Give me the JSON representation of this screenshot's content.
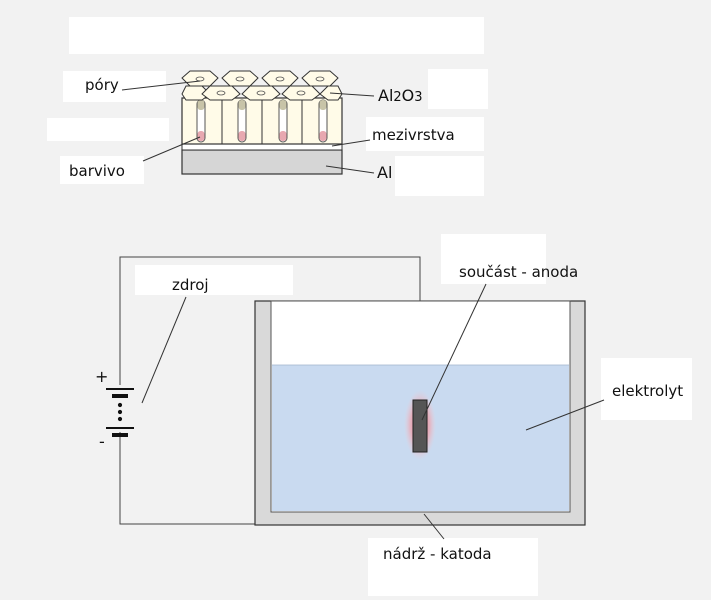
{
  "top_diagram": {
    "labels": {
      "pores": "póry",
      "oxide_prefix": "Al",
      "oxide_sub1": "2",
      "oxide_mid": "O",
      "oxide_sub2": "3",
      "interlayer": "mezivrstva",
      "dye": "barvivo",
      "aluminium": "Al"
    }
  },
  "bottom_diagram": {
    "labels": {
      "source": "zdroj",
      "anode": "součást - anoda",
      "electrolyte": "elektrolyt",
      "tank": "nádrž - katoda",
      "plus": "+",
      "minus": "-"
    }
  },
  "colors": {
    "background": "#f2f2f2",
    "electrolyte": "#c9daf0",
    "tank_wall": "#dcdcdc",
    "anode": "#555555",
    "anode_glow": "#e06a78",
    "dye": "#e8a8b0"
  }
}
